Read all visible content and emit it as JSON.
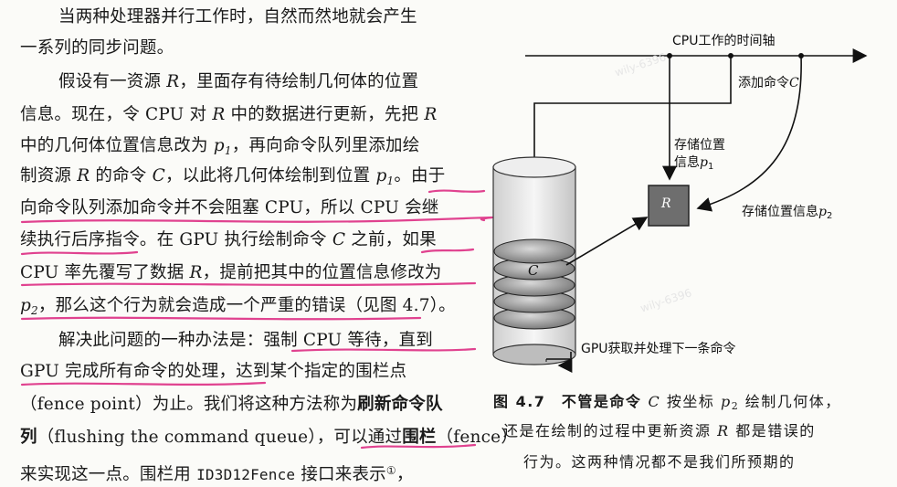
{
  "text": {
    "l1": "当两种处理器并行工作时，自然而然地就会产生",
    "l2": "一系列的同步问题。",
    "l3a": "假设有一资源 ",
    "l3b": "R",
    "l3c": "，里面存有待绘制几何体的位置",
    "l4a": "信息。现在，令 CPU 对 ",
    "l4b": "R",
    "l4c": " 中的数据进行更新，先把 ",
    "l4d": "R",
    "l5a": "中的几何体位置信息改为 ",
    "l5b": "p",
    "l5c": "1",
    "l5d": "，再向命令队列里添加绘",
    "l6a": "制资源 ",
    "l6b": "R",
    "l6c": " 的命令 ",
    "l6d": "C",
    "l6e": "，以此将几何体绘制到位置 ",
    "l6f": "p",
    "l6g": "1",
    "l6h": "。由于",
    "l7": "向命令队列添加命令并不会阻塞 CPU，所以 CPU 会继",
    "l8a": "续执行后序指令。在 GPU 执行绘制命令 ",
    "l8b": "C",
    "l8c": " 之前，如果",
    "l9a": "CPU 率先覆写了数据 ",
    "l9b": "R",
    "l9c": "，提前把其中的位置信息修改为",
    "l10a": "p",
    "l10b": "2",
    "l10c": "，那么这个行为就会造成一个严重的错误（见图 4.7）。",
    "l11": "解决此问题的一种办法是：强制 CPU 等待，直到",
    "l12": "GPU 完成所有命令的处理，达到某个指定的围栏点",
    "l13a": "（fence point）为止。我们将这种方法称为",
    "l13b": "刷新命令队",
    "l14a": "列",
    "l14b": "（flushing the command queue），可以通过",
    "l14c": "围栏",
    "l14d": "（fence）",
    "l15a": "来实现这一点。围栏用 ",
    "l15b": "ID3D12Fence",
    "l15c": " 接口来表示",
    "l15d": "①",
    "l15e": "，"
  },
  "diagram": {
    "timeline_label": "CPU工作的时间轴",
    "add_cmd_label": "添加命令",
    "add_cmd_var": "C",
    "store1_l1": "存储位置",
    "store1_l2a": "信息",
    "store1_l2b": "p",
    "store1_l2c": "1",
    "store2a": "存储位置信息",
    "store2b": "p",
    "store2c": "2",
    "r_box": "R",
    "queue_c": "C",
    "gpu_label": "GPU获取并处理下一条命令",
    "watermark": "wily-6396"
  },
  "caption": {
    "c1a": "图 4.7　不管是命令 ",
    "c1b": "C",
    "c1c": " 按坐标 ",
    "c1d": "p",
    "c1e": "2",
    "c1f": " 绘制几何体，",
    "c2a": "还是在绘制的过程中更新资源 ",
    "c2b": "R",
    "c2c": " 都是错误的",
    "c3": "行为。这两种情况都不是我们所预期的"
  },
  "colors": {
    "highlight": "#e0428f",
    "box_fill": "#6e6e6e",
    "ink": "#1a1a1a"
  }
}
